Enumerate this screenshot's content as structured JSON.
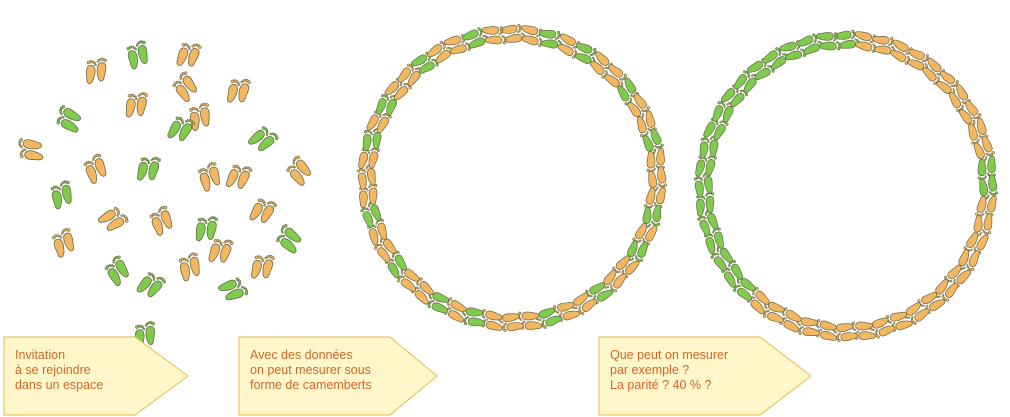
{
  "colors": {
    "orange_foot": "#f2b760",
    "green_foot": "#7ecb4e",
    "foot_outline": "#6b6b4a",
    "callout_fill": "#fff7c9",
    "callout_stroke": "#e8c56a",
    "callout_text": "#d0662a"
  },
  "panels": [
    {
      "id": "scattered",
      "caption": "Invitation\nà se rejoindre\ndans un espace"
    },
    {
      "id": "circle-pie",
      "caption": "Avec des données\non peut mesurer sous\nforme de camemberts"
    },
    {
      "id": "circle-parity",
      "caption": "Que peut on mesurer\npar  exemple ?\nLa parité ?  40 % ?"
    }
  ]
}
